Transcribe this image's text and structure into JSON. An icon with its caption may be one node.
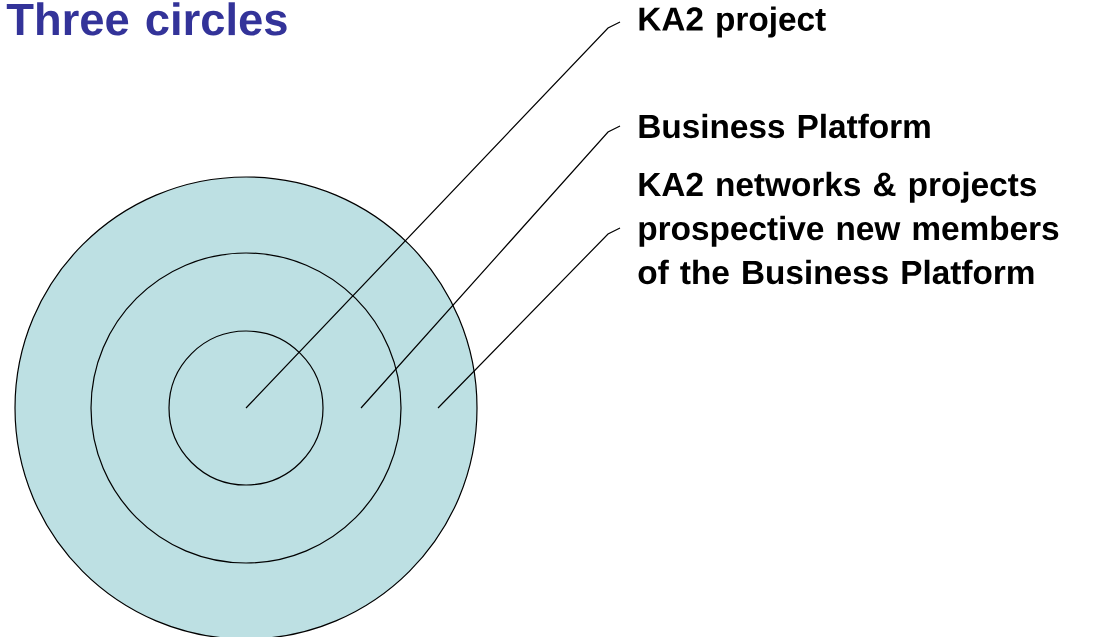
{
  "diagram": {
    "title": "Three circles",
    "nodes": [
      {
        "text": [
          "KA2 project"
        ]
      },
      {
        "text": [
          "Business Platform"
        ]
      },
      {
        "text": [
          "KA2 networks & projects prospective new members of the Business Platform"
        ]
      },
      {
        "text": [],
        "shape": "circle"
      },
      {
        "text": [],
        "shape": "circle",
        "in": 3
      },
      {
        "text": [],
        "shape": "circle",
        "in": 4
      }
    ],
    "edges": [
      {
        "from": 0,
        "to": 5,
        "arrow": "none"
      },
      {
        "from": 1,
        "to": 4,
        "arrow": "none"
      },
      {
        "from": 2,
        "to": 3,
        "arrow": "none"
      }
    ]
  }
}
